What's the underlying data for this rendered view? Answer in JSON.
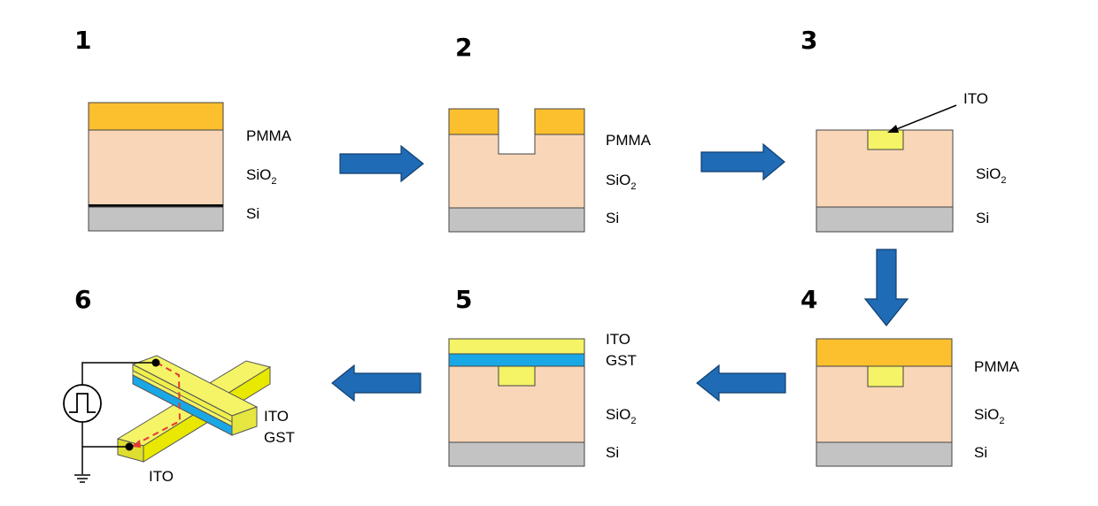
{
  "steps": [
    "1",
    "2",
    "3",
    "4",
    "5",
    "6"
  ],
  "labels": {
    "pmma": "PMMA",
    "sio2_main": "SiO",
    "sio2_sub": "2",
    "si": "Si",
    "ito": "ITO",
    "gst": "GST"
  },
  "colors": {
    "pmma": "#fcbf2e",
    "sio2": "#f9d6b8",
    "si": "#c3c3c3",
    "ito": "#f4f466",
    "gst": "#1aa7e6",
    "arrow": "#1f6bb5",
    "current_path": "#e53935"
  },
  "icons": [
    "pulse-source-icon",
    "ground-icon"
  ]
}
